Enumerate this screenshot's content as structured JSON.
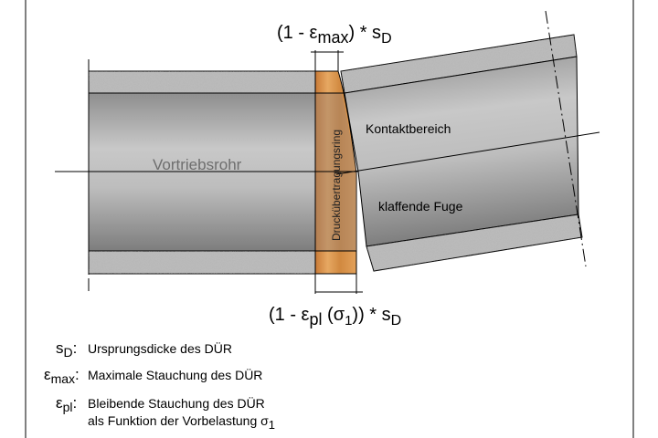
{
  "labels": {
    "top_formula": {
      "prefix": "(1 - ε",
      "sub": "max",
      "suffix": ") * s",
      "sub2": "D"
    },
    "bottom_formula": {
      "prefix": "(1 - ε",
      "sub": "pl",
      "mid": " (σ",
      "sub_sigma": "1",
      "suffix": ")) * s",
      "sub2": "D"
    },
    "pipe_left": "Vortriebsrohr",
    "ring": "Druckübertragungsring",
    "contact": "Kontaktbereich",
    "gap": "klaffende Fuge"
  },
  "legend": [
    {
      "symbol": "s",
      "sub": "D",
      "text": "Ursprungsdicke des DÜR"
    },
    {
      "symbol": "ε",
      "sub": "max",
      "text": "Maximale Stauchung des DÜR"
    },
    {
      "symbol": "ε",
      "sub": "pl",
      "text": "Bleibende Stauchung des DÜR",
      "text2": "als Funktion der Vorbelastung σ",
      "text2_sub": "1"
    }
  ],
  "colors": {
    "wood": "#d9944a",
    "concrete": "#b5b5b5",
    "pipe": "#a9a9a9"
  }
}
